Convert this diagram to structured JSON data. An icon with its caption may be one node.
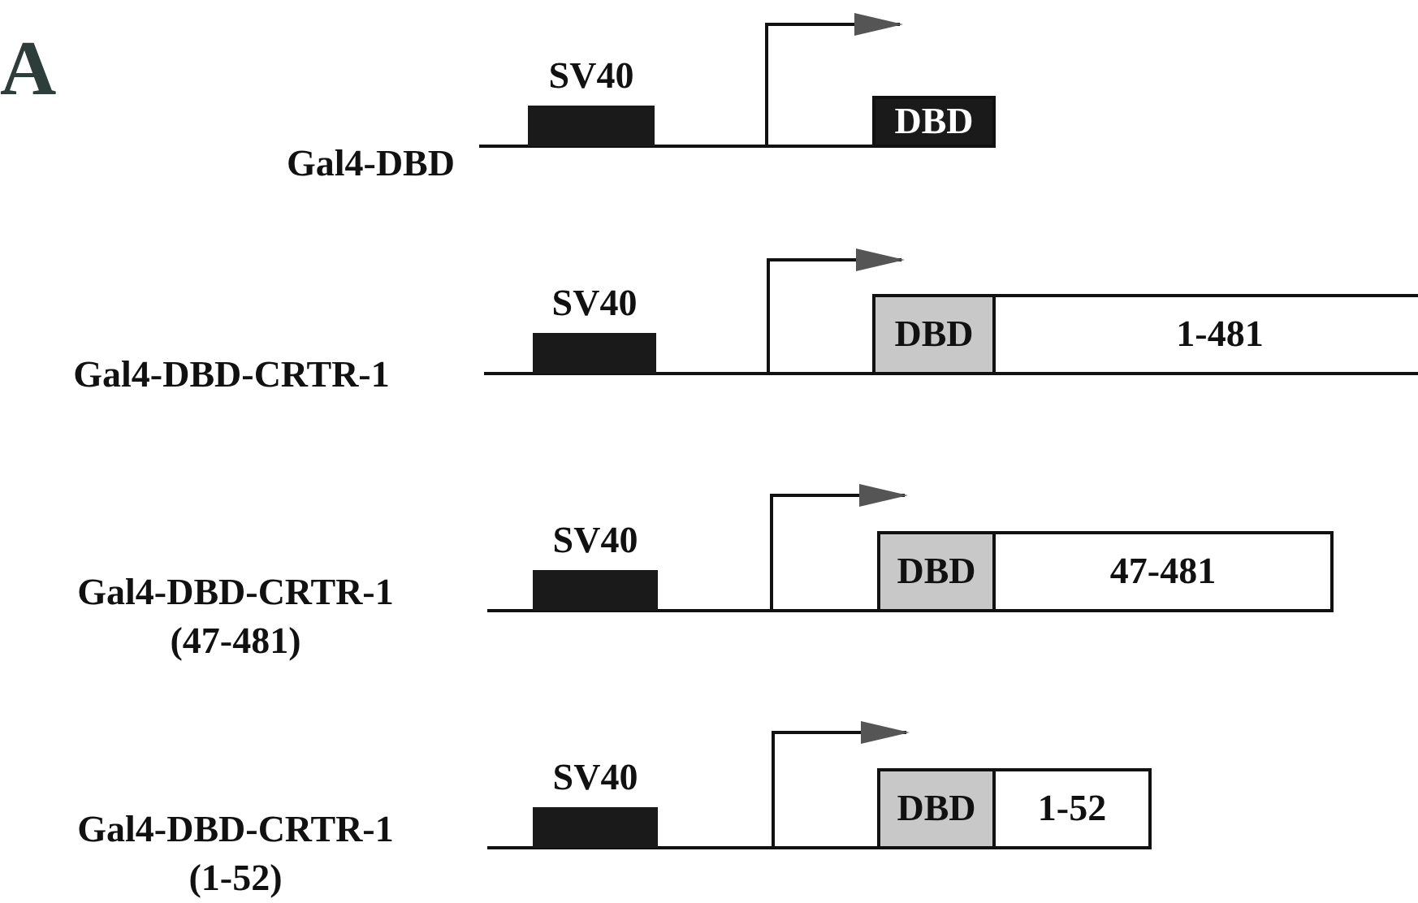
{
  "diagram": {
    "nodes": [
      {
        "text": [
          "SV40"
        ]
      },
      {
        "text": [
          "DBD"
        ]
      },
      {
        "text": [
          "SV40"
        ]
      },
      {
        "text": [
          "DBD"
        ]
      },
      {
        "text": [
          "1-481"
        ]
      },
      {
        "text": [
          "SV40"
        ]
      },
      {
        "text": [
          "DBD"
        ]
      },
      {
        "text": [
          "47-481"
        ]
      },
      {
        "text": [
          "SV40"
        ]
      },
      {
        "text": [
          "DBD"
        ]
      },
      {
        "text": [
          "1-52"
        ]
      }
    ],
    "labels": [
      "A",
      "Gal4-DBD",
      "Gal4-DBD-CRTR-1",
      "Gal4-DBD-CRTR-1 (47-481)",
      "Gal4-DBD-CRTR-1 (1-52)"
    ]
  }
}
